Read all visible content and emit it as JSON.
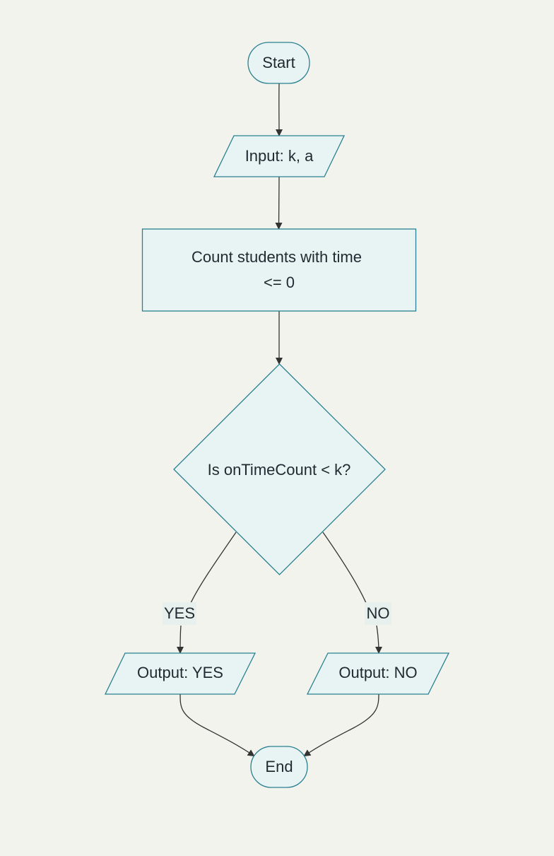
{
  "diagram": {
    "colors": {
      "background": "#f3f3ee",
      "node_fill": "#e8f4f4",
      "node_stroke": "#2a8090",
      "edge": "#333333",
      "text": "#1e2a30"
    },
    "nodes": {
      "start": {
        "label": "Start",
        "shape": "terminal"
      },
      "input": {
        "label": "Input: k, a",
        "shape": "parallelogram"
      },
      "count": {
        "label_line1": "Count students with time",
        "label_line2": "<= 0",
        "shape": "process"
      },
      "decision": {
        "label": "Is onTimeCount < k?",
        "shape": "diamond"
      },
      "output_yes": {
        "label": "Output: YES",
        "shape": "parallelogram"
      },
      "output_no": {
        "label": "Output: NO",
        "shape": "parallelogram"
      },
      "end": {
        "label": "End",
        "shape": "terminal"
      }
    },
    "edges": {
      "start_to_input": {
        "from": "start",
        "to": "input"
      },
      "input_to_count": {
        "from": "input",
        "to": "count"
      },
      "count_to_decision": {
        "from": "count",
        "to": "decision"
      },
      "decision_to_yes": {
        "from": "decision",
        "to": "output_yes",
        "label": "YES"
      },
      "decision_to_no": {
        "from": "decision",
        "to": "output_no",
        "label": "NO"
      },
      "yes_to_end": {
        "from": "output_yes",
        "to": "end"
      },
      "no_to_end": {
        "from": "output_no",
        "to": "end"
      }
    }
  }
}
